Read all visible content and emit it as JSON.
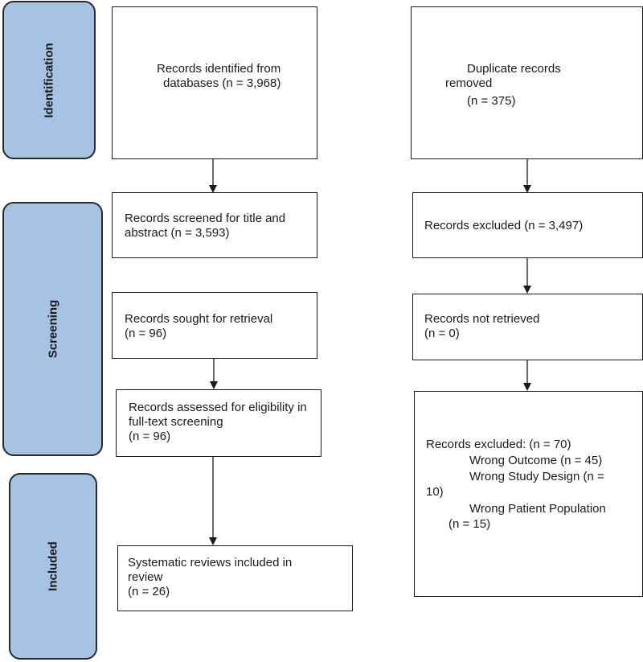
{
  "phases": {
    "identification": "Identification",
    "screening": "Screening",
    "included": "Included"
  },
  "boxes": {
    "identified": {
      "line1": "Records identified from",
      "line2": "databases (n = 3,968)"
    },
    "duplicates": {
      "line1": "Duplicate records",
      "line2": "removed",
      "line3": "(n = 375)"
    },
    "screened": {
      "line1": "Records screened for title and",
      "line2": "abstract (n = 3,593)"
    },
    "excluded_screen": {
      "line1": "Records excluded (n = 3,497)"
    },
    "sought": {
      "line1": "Records sought for retrieval",
      "line2": "(n = 96)"
    },
    "not_retrieved": {
      "line1": "Records not retrieved",
      "line2": "(n = 0)"
    },
    "assessed": {
      "line1": "Records assessed for eligibility in",
      "line2": "full-text screening",
      "line3": "(n = 96)"
    },
    "excluded_full": {
      "line1": "Records excluded: (n = 70)",
      "line2": "Wrong Outcome (n = 45)",
      "line3": "Wrong Study Design (n =",
      "line4": "10)",
      "line5": "Wrong Patient Population",
      "line6": "(n = 15)"
    },
    "included": {
      "line1": "Systematic reviews included in",
      "line2": "review",
      "line3": "(n = 26)"
    }
  },
  "colors": {
    "phase_fill": "#a7c3e3",
    "line": "#1a1a1a"
  }
}
